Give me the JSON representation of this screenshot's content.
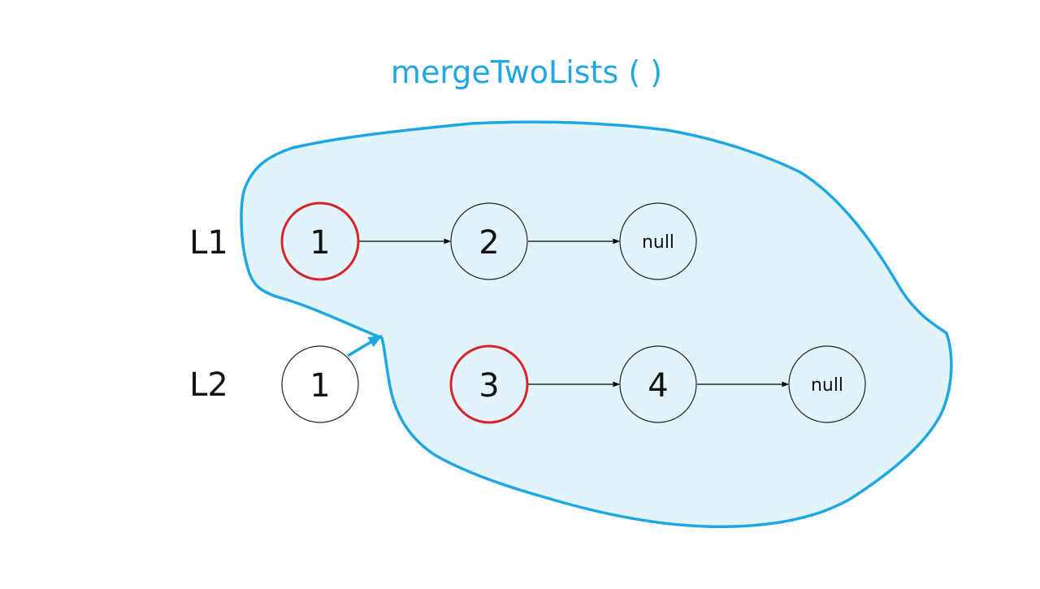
{
  "title": "mergeTwoLists ( )",
  "colors": {
    "accent": "#1ea7e1",
    "region_fill": "#e1f4fb",
    "highlight": "#d8232a"
  },
  "lists": [
    {
      "label": "L1",
      "nodes": [
        {
          "value": "1",
          "highlighted": true,
          "in_region": true
        },
        {
          "value": "2",
          "highlighted": false,
          "in_region": true
        },
        {
          "value": "null",
          "highlighted": false,
          "in_region": true
        }
      ]
    },
    {
      "label": "L2",
      "nodes": [
        {
          "value": "1",
          "highlighted": false,
          "in_region": false
        },
        {
          "value": "3",
          "highlighted": true,
          "in_region": true
        },
        {
          "value": "4",
          "highlighted": false,
          "in_region": true
        },
        {
          "value": "null",
          "highlighted": false,
          "in_region": true
        }
      ]
    }
  ]
}
